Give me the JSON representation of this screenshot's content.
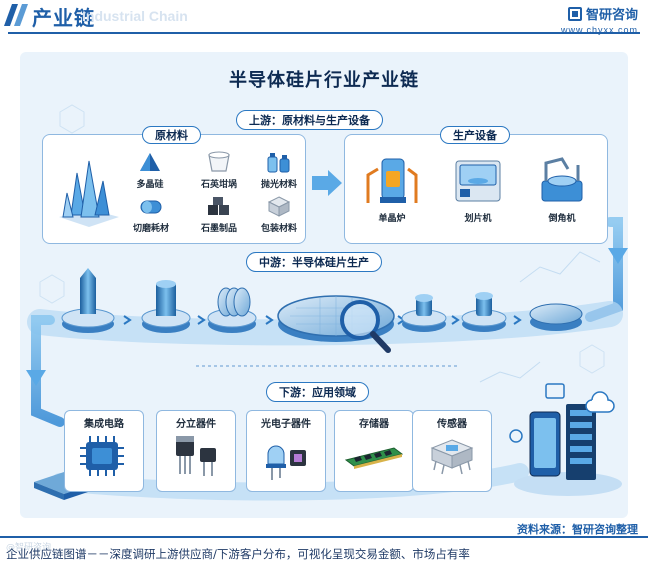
{
  "header": {
    "title": "产业链",
    "watermark": "Industrial Chain",
    "brand_name": "智研咨询",
    "brand_url": "www.chyxx.com"
  },
  "diagram": {
    "title": "半导体硅片行业产业链",
    "upstream": {
      "label": "上游：原材料与生产设备",
      "raw_materials": {
        "label": "原材料",
        "items": [
          "多晶硅",
          "石英坩埚",
          "抛光材料",
          "切磨耗材",
          "石墨制品",
          "包装材料"
        ]
      },
      "equipment": {
        "label": "生产设备",
        "items": [
          "单晶炉",
          "划片机",
          "倒角机"
        ]
      }
    },
    "midstream": {
      "label": "中游：半导体硅片生产"
    },
    "downstream": {
      "label": "下游：应用领域",
      "items": [
        "集成电路",
        "分立器件",
        "光电子器件",
        "存储器",
        "传感器"
      ]
    }
  },
  "footer": {
    "source": "资料来源：智研咨询整理",
    "caption": "企业供应链图谱－－深度调研上游供应商/下游客户分布，可视化呈现交易金额、市场占有率",
    "watermark": "@智研咨询"
  },
  "colors": {
    "brand_blue": "#1f5fa8",
    "panel_bg": "#eaf3fb",
    "flow_blue": "#5aa9e6",
    "dark_navy": "#0d2a52"
  }
}
